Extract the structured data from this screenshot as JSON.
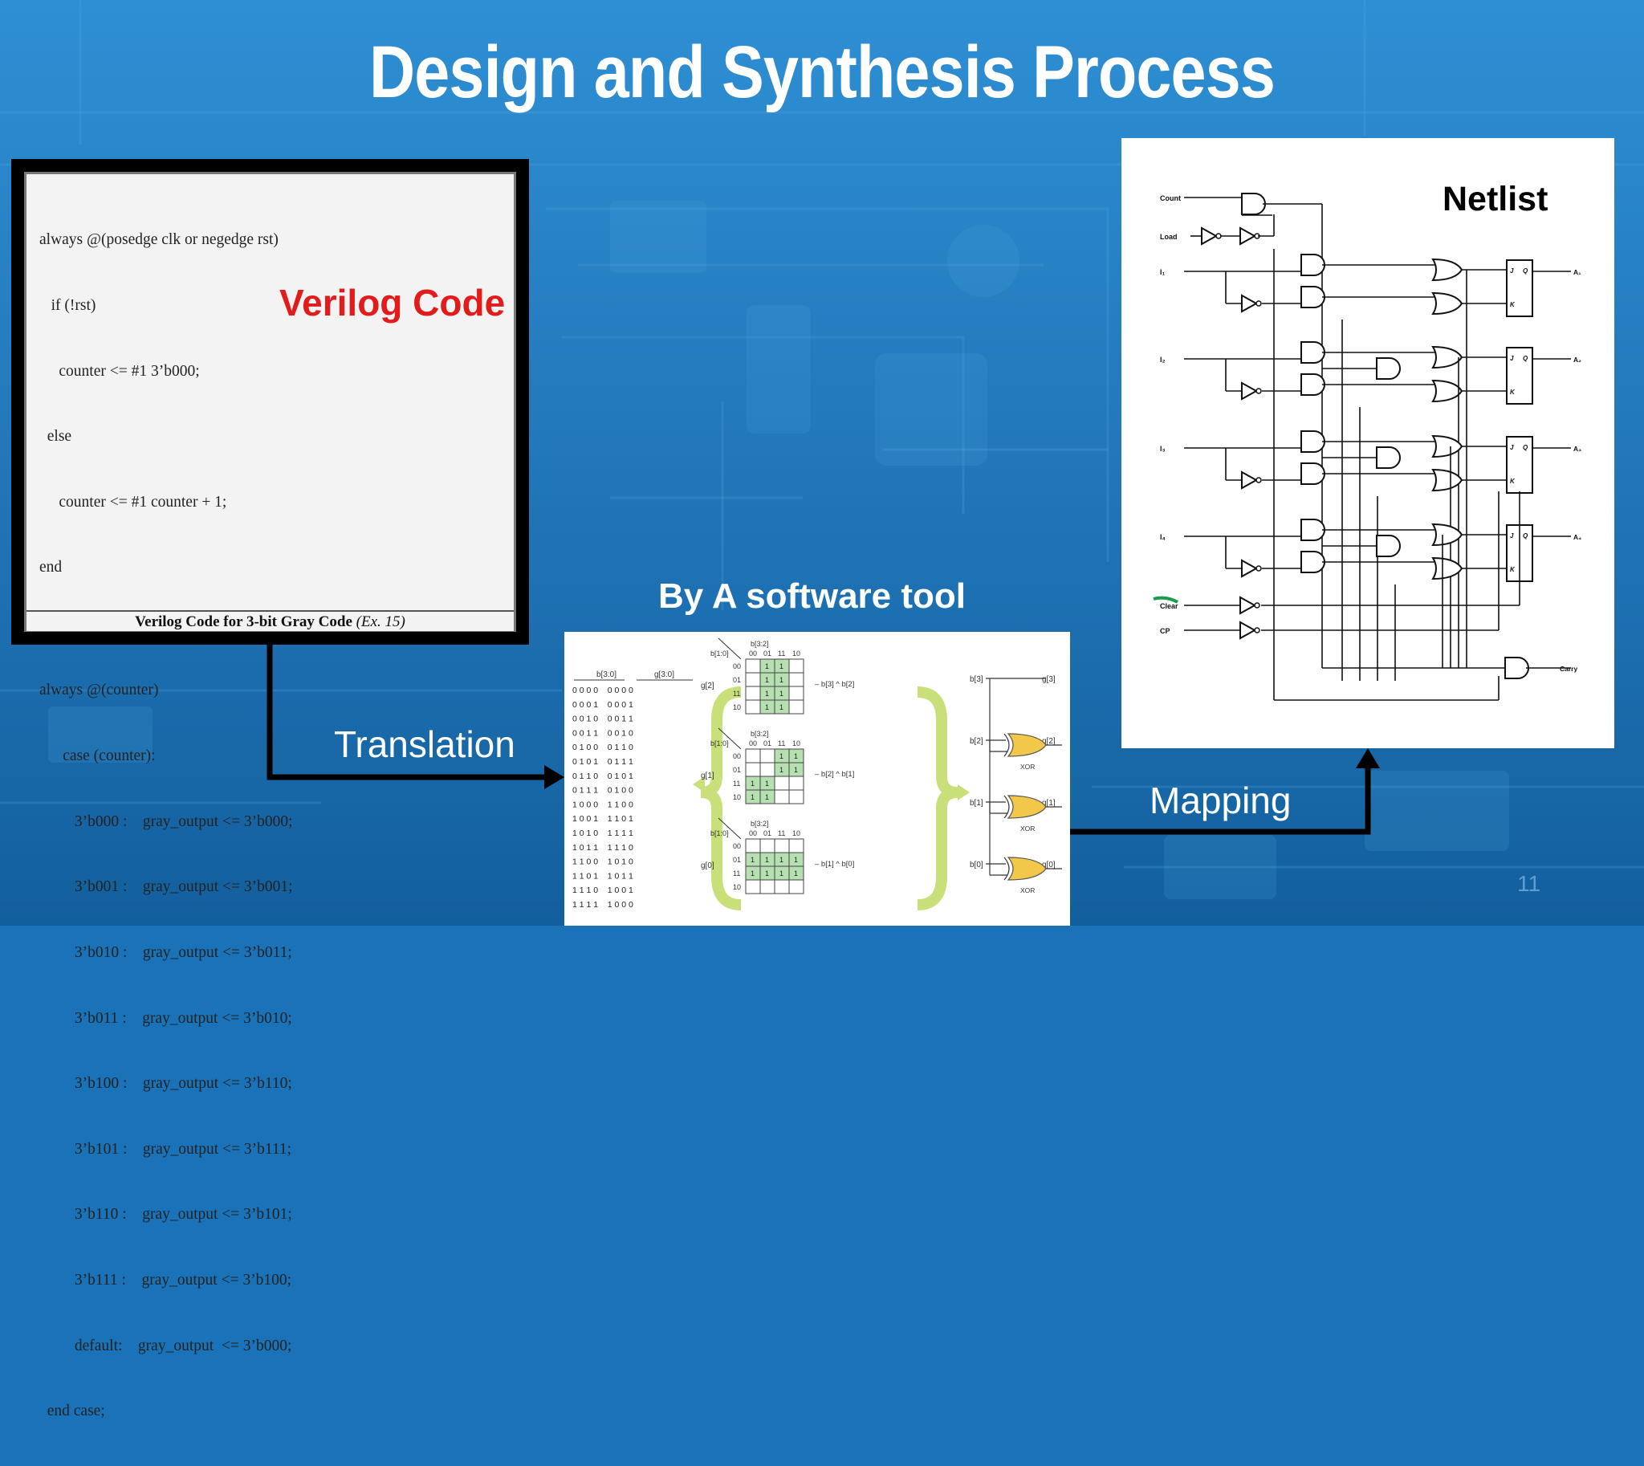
{
  "slide": {
    "title": "Design and Synthesis Process",
    "page_number": "11"
  },
  "verilog": {
    "label": "Verilog Code",
    "code_lines": [
      "always @(posedge clk or negedge rst)",
      "   if (!rst)",
      "     counter <= #1 3’b000;",
      "  else",
      "     counter <= #1 counter + 1;",
      "end",
      "",
      "always @(counter)",
      "      case (counter):",
      "         3’b000 :    gray_output <= 3’b000;",
      "         3’b001 :    gray_output <= 3’b001;",
      "         3’b010 :    gray_output <= 3’b011;",
      "         3’b011 :    gray_output <= 3’b010;",
      "         3’b100 :    gray_output <= 3’b110;",
      "         3’b101 :    gray_output <= 3’b111;",
      "         3’b110 :    gray_output <= 3’b101;",
      "         3’b111 :    gray_output <= 3’b100;",
      "         default:    gray_output  <= 3’b000;",
      "  end case;"
    ],
    "caption_main": "Verilog Code for 3-bit Gray Code ",
    "caption_ref": "(Ex. 15)"
  },
  "tool": {
    "label": "By A software tool",
    "table_header_b": "b[3:0]",
    "table_header_g": "g[3:0]",
    "table_rows": [
      "0 0 0 0    0 0 0 0",
      "0 0 0 1    0 0 0 1",
      "0 0 1 0    0 0 1 1",
      "0 0 1 1    0 0 1 0",
      "0 1 0 0    0 1 1 0",
      "0 1 0 1    0 1 1 1",
      "0 1 1 0    0 1 0 1",
      "0 1 1 1    0 1 0 0",
      "1 0 0 0    1 1 0 0",
      "1 0 0 1    1 1 0 1",
      "1 0 1 0    1 1 1 1",
      "1 0 1 1    1 1 1 0",
      "1 1 0 0    1 0 1 0",
      "1 1 0 1    1 0 1 1",
      "1 1 1 0    1 0 0 1",
      "1 1 1 1    1 0 0 0"
    ],
    "kmaps": [
      {
        "out": "g[2]",
        "expr": "b[3] ^ b[2]"
      },
      {
        "out": "g[1]",
        "expr": "b[2] ^ b[1]"
      },
      {
        "out": "g[0]",
        "expr": "b[1] ^ b[0]"
      }
    ],
    "kmap_top": "b[3:2]",
    "kmap_side": "b[1:0]",
    "kmap_codes": [
      "00",
      "01",
      "11",
      "10"
    ],
    "gates": [
      {
        "in": "b[3]",
        "out": "g[3]"
      },
      {
        "in": "b[2]",
        "out": "g[2]"
      },
      {
        "in": "b[1]",
        "out": "g[1]"
      },
      {
        "in": "b[0]",
        "out": "g[0]"
      }
    ],
    "gate_type": "XOR"
  },
  "netlist": {
    "label": "Netlist",
    "inputs": [
      "Count",
      "Load",
      "I₁",
      "I₂",
      "I₃",
      "I₄",
      "Clear",
      "CP"
    ],
    "outputs": [
      "A₁",
      "A₂",
      "A₃",
      "A₄",
      "Carry"
    ],
    "ff_pins": [
      "J",
      "Q",
      "K"
    ]
  },
  "arrows": {
    "translation": "Translation",
    "mapping": "Mapping"
  },
  "colors": {
    "background": "#1a73b8",
    "verilog_label": "#e21b1b",
    "brace": "#c9e07a",
    "kmap_fill": "#b7e0b2",
    "xor_fill": "#f1c84a"
  }
}
